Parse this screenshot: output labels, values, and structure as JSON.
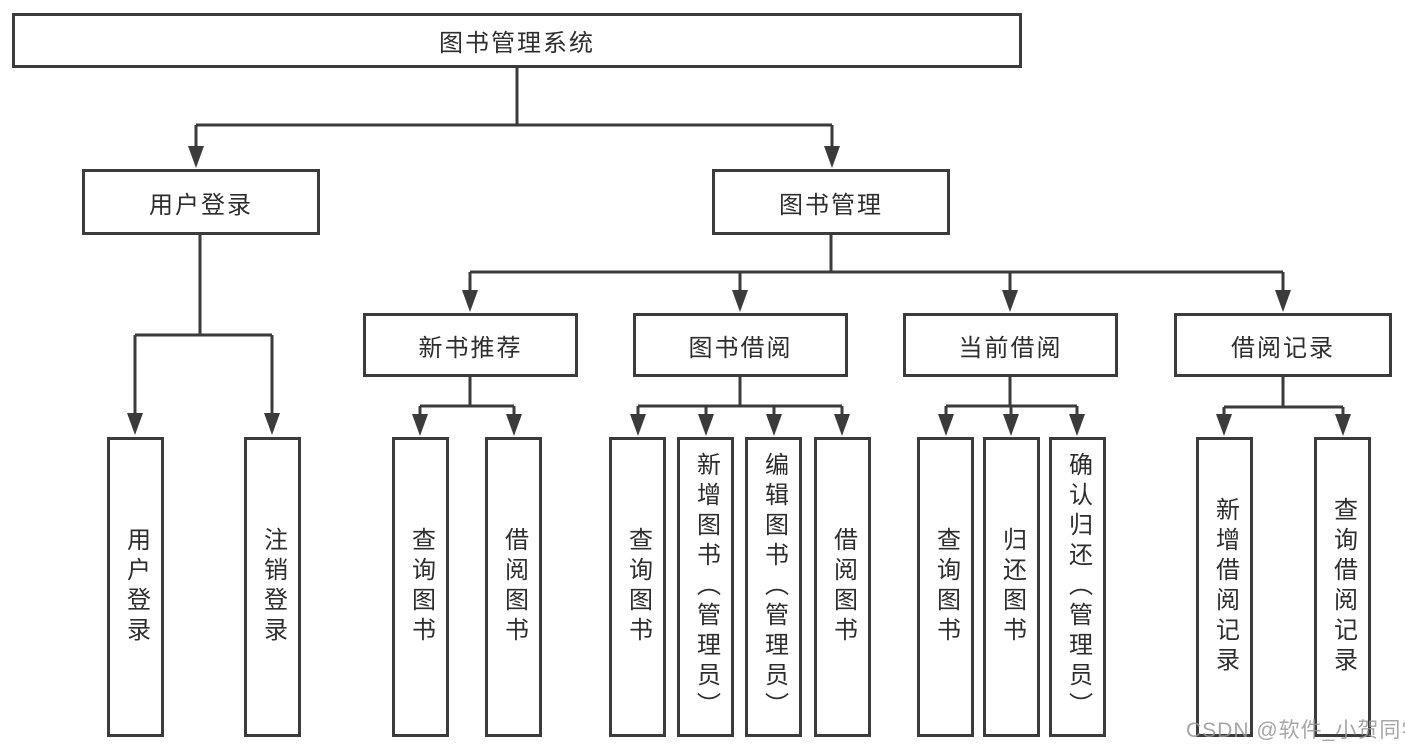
{
  "diagram": {
    "type": "tree-structure-chart",
    "colors": {
      "line": "#3b3b3b",
      "box_border": "#3b3b3b",
      "text": "#2d2d2d",
      "background": "#ffffff",
      "watermark": "#969696"
    }
  },
  "nodes": {
    "root": {
      "label": "图书管理系统"
    },
    "level2": [
      {
        "id": "user-login",
        "label": "用户登录"
      },
      {
        "id": "book-management",
        "label": "图书管理"
      }
    ],
    "level3": [
      {
        "id": "new-book-recommend",
        "label": "新书推荐",
        "parent": "book-management"
      },
      {
        "id": "book-borrow",
        "label": "图书借阅",
        "parent": "book-management"
      },
      {
        "id": "current-borrow",
        "label": "当前借阅",
        "parent": "book-management"
      },
      {
        "id": "borrow-records",
        "label": "借阅记录",
        "parent": "book-management"
      }
    ],
    "leaves": [
      {
        "id": "leaf-user-login",
        "label": "用户登录",
        "parent": "user-login"
      },
      {
        "id": "leaf-logout",
        "label": "注销登录",
        "parent": "user-login"
      },
      {
        "id": "leaf-nb-query-book",
        "label": "查询图书",
        "parent": "new-book-recommend"
      },
      {
        "id": "leaf-nb-borrow-book",
        "label": "借阅图书",
        "parent": "new-book-recommend"
      },
      {
        "id": "leaf-bb-query-book",
        "label": "查询图书",
        "parent": "book-borrow"
      },
      {
        "id": "leaf-bb-add-book",
        "label": "新增图书（管理员）",
        "parent": "book-borrow"
      },
      {
        "id": "leaf-bb-edit-book",
        "label": "编辑图书（管理员）",
        "parent": "book-borrow"
      },
      {
        "id": "leaf-bb-borrow-book",
        "label": "借阅图书",
        "parent": "book-borrow"
      },
      {
        "id": "leaf-cb-query-book",
        "label": "查询图书",
        "parent": "current-borrow"
      },
      {
        "id": "leaf-cb-return-book",
        "label": "归还图书",
        "parent": "current-borrow"
      },
      {
        "id": "leaf-cb-confirm-return",
        "label": "确认归还（管理员）",
        "parent": "current-borrow"
      },
      {
        "id": "leaf-br-add-record",
        "label": "新增借阅记录",
        "parent": "borrow-records"
      },
      {
        "id": "leaf-br-query-record",
        "label": "查询借阅记录",
        "parent": "borrow-records"
      }
    ]
  },
  "watermark": {
    "text": "CSDN @软件_小贺同学"
  }
}
